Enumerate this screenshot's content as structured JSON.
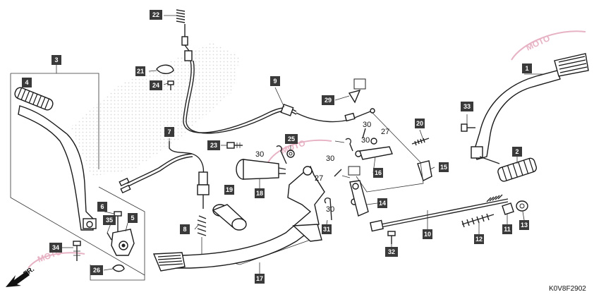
{
  "diagram": {
    "code": "K0V8F2902",
    "direction_label": "FR.",
    "watermark": "MOTO",
    "callouts": [
      "1",
      "2",
      "3",
      "4",
      "5",
      "6",
      "7",
      "8",
      "9",
      "10",
      "11",
      "12",
      "13",
      "14",
      "15",
      "16",
      "17",
      "18",
      "19",
      "20",
      "21",
      "22",
      "23",
      "24",
      "25",
      "26",
      "29",
      "31",
      "32",
      "33",
      "34",
      "35"
    ],
    "plain_labels": [
      "30",
      "30",
      "30",
      "30",
      "30",
      "27",
      "27"
    ]
  },
  "colors": {
    "callout_fill": "#3a3a3a",
    "callout_text": "#ffffff",
    "line": "#222222",
    "watermark": "#e7b3c4"
  }
}
